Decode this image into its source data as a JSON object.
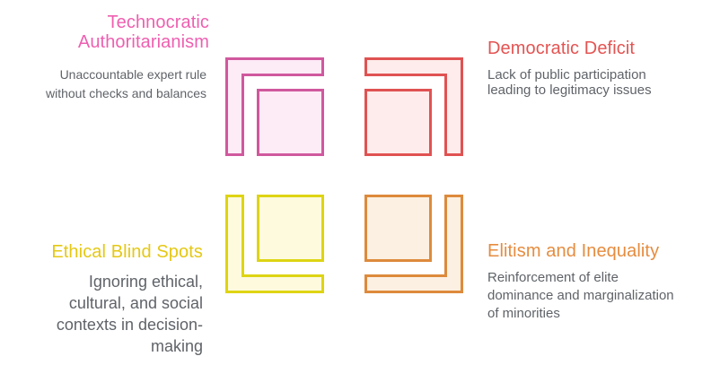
{
  "description_color": "#5f6368",
  "background_color": "#ffffff",
  "quadrants": [
    {
      "name": "technocratic-authoritarianism",
      "title": "Technocratic Authoritarianism",
      "title_lines": [
        "Technocratic",
        "Authoritarianism"
      ],
      "description": "Unaccountable expert rule without checks and balances",
      "desc_lines": [
        "Unaccountable expert rule",
        "without checks and balances"
      ],
      "title_color": "#ee5fb0",
      "shape_stroke": "#d0589d",
      "shape_fill": "#fdebf6",
      "icon": "corner-bracket-square-top-left"
    },
    {
      "name": "democratic-deficit",
      "title": "Democratic Deficit",
      "title_lines": [
        "Democratic Deficit"
      ],
      "description": "Lack of public participation leading to legitimacy issues",
      "desc_lines": [
        "Lack of public participation",
        "leading to legitimacy issues"
      ],
      "title_color": "#e35452",
      "shape_stroke": "#e05252",
      "shape_fill": "#fdeceb",
      "icon": "corner-bracket-square-top-right"
    },
    {
      "name": "ethical-blind-spots",
      "title": "Ethical Blind Spots",
      "title_lines": [
        "Ethical Blind Spots"
      ],
      "description": "Ignoring ethical, cultural, and social contexts in decision-making",
      "desc_lines": [
        "Ignoring ethical,",
        "cultural, and social",
        "contexts in decision-",
        "making"
      ],
      "title_color": "#e5c814",
      "shape_stroke": "#ded414",
      "shape_fill": "#fdfadd",
      "icon": "corner-bracket-square-bottom-left"
    },
    {
      "name": "elitism-and-inequality",
      "title": "Elitism and Inequality",
      "title_lines": [
        "Elitism and Inequality"
      ],
      "description": "Reinforcement of elite dominance and marginalization of minorities",
      "desc_lines": [
        "Reinforcement of elite",
        "dominance and marginalization",
        "of minorities"
      ],
      "title_color": "#e68c3f",
      "shape_stroke": "#dd8a3c",
      "shape_fill": "#fcf0e2",
      "icon": "corner-bracket-square-bottom-right"
    }
  ]
}
